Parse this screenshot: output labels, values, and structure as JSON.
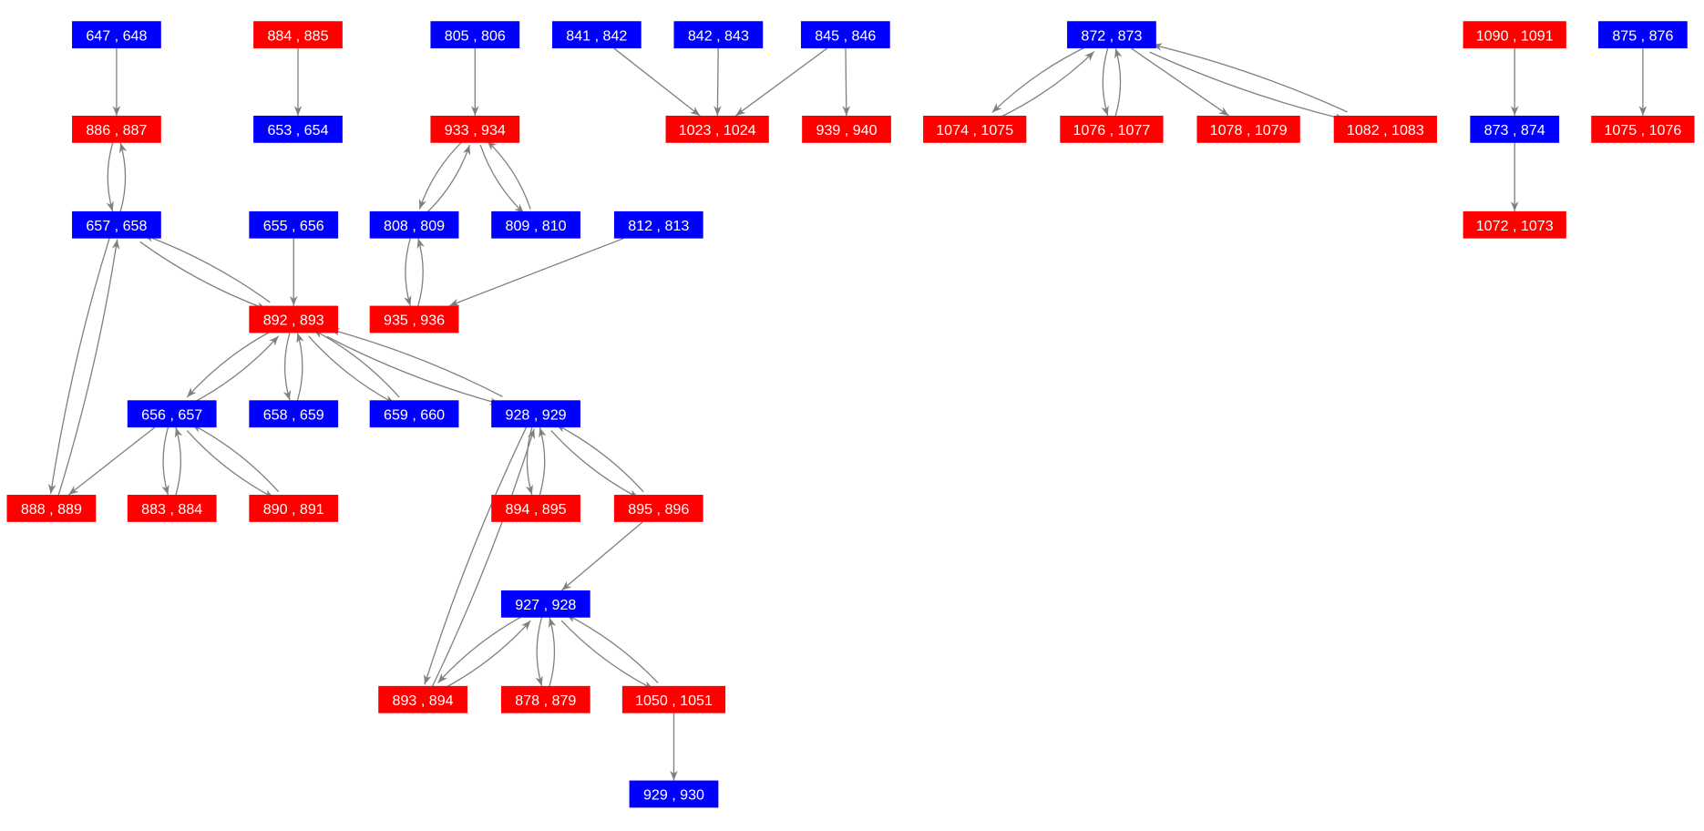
{
  "colors": {
    "blue": "#0000ff",
    "red": "#ff0000",
    "edge": "#808080"
  },
  "nodes": [
    {
      "id": "647",
      "label": "647 , 648",
      "color": "blue"
    },
    {
      "id": "884",
      "label": "884 , 885",
      "color": "red"
    },
    {
      "id": "805",
      "label": "805 , 806",
      "color": "blue"
    },
    {
      "id": "841",
      "label": "841 , 842",
      "color": "blue"
    },
    {
      "id": "842",
      "label": "842 , 843",
      "color": "blue"
    },
    {
      "id": "845",
      "label": "845 , 846",
      "color": "blue"
    },
    {
      "id": "872",
      "label": "872 , 873",
      "color": "blue"
    },
    {
      "id": "1090",
      "label": "1090 , 1091",
      "color": "red"
    },
    {
      "id": "875",
      "label": "875 , 876",
      "color": "blue"
    },
    {
      "id": "886",
      "label": "886 , 887",
      "color": "red"
    },
    {
      "id": "653",
      "label": "653 , 654",
      "color": "blue"
    },
    {
      "id": "933",
      "label": "933 , 934",
      "color": "red"
    },
    {
      "id": "1023",
      "label": "1023 , 1024",
      "color": "red"
    },
    {
      "id": "939",
      "label": "939 , 940",
      "color": "red"
    },
    {
      "id": "1074",
      "label": "1074 , 1075",
      "color": "red"
    },
    {
      "id": "1076",
      "label": "1076 , 1077",
      "color": "red"
    },
    {
      "id": "1078",
      "label": "1078 , 1079",
      "color": "red"
    },
    {
      "id": "1082",
      "label": "1082 , 1083",
      "color": "red"
    },
    {
      "id": "873",
      "label": "873 , 874",
      "color": "blue"
    },
    {
      "id": "1075",
      "label": "1075 , 1076",
      "color": "red"
    },
    {
      "id": "657",
      "label": "657 , 658",
      "color": "blue"
    },
    {
      "id": "655",
      "label": "655 , 656",
      "color": "blue"
    },
    {
      "id": "808",
      "label": "808 , 809",
      "color": "blue"
    },
    {
      "id": "809",
      "label": "809 , 810",
      "color": "blue"
    },
    {
      "id": "812",
      "label": "812 , 813",
      "color": "blue"
    },
    {
      "id": "1072",
      "label": "1072 , 1073",
      "color": "red"
    },
    {
      "id": "892",
      "label": "892 , 893",
      "color": "red"
    },
    {
      "id": "935",
      "label": "935 , 936",
      "color": "red"
    },
    {
      "id": "656",
      "label": "656 , 657",
      "color": "blue"
    },
    {
      "id": "658",
      "label": "658 , 659",
      "color": "blue"
    },
    {
      "id": "659",
      "label": "659 , 660",
      "color": "blue"
    },
    {
      "id": "928",
      "label": "928 , 929",
      "color": "blue"
    },
    {
      "id": "888",
      "label": "888 , 889",
      "color": "red"
    },
    {
      "id": "883",
      "label": "883 , 884",
      "color": "red"
    },
    {
      "id": "890",
      "label": "890 , 891",
      "color": "red"
    },
    {
      "id": "894",
      "label": "894 , 895",
      "color": "red"
    },
    {
      "id": "895",
      "label": "895 , 896",
      "color": "red"
    },
    {
      "id": "927",
      "label": "927 , 928",
      "color": "blue"
    },
    {
      "id": "893",
      "label": "893 , 894",
      "color": "red"
    },
    {
      "id": "878",
      "label": "878 , 879",
      "color": "red"
    },
    {
      "id": "1050",
      "label": "1050 , 1051",
      "color": "red"
    },
    {
      "id": "929",
      "label": "929 , 930",
      "color": "blue"
    }
  ],
  "edges": [
    [
      "647",
      "886"
    ],
    [
      "884",
      "653"
    ],
    [
      "805",
      "933"
    ],
    [
      "841",
      "1023"
    ],
    [
      "842",
      "1023"
    ],
    [
      "845",
      "1023"
    ],
    [
      "845",
      "939"
    ],
    [
      "886",
      "657"
    ],
    [
      "657",
      "886"
    ],
    [
      "933",
      "808"
    ],
    [
      "808",
      "933"
    ],
    [
      "933",
      "809"
    ],
    [
      "809",
      "933"
    ],
    [
      "808",
      "935"
    ],
    [
      "935",
      "808"
    ],
    [
      "812",
      "935"
    ],
    [
      "657",
      "892"
    ],
    [
      "892",
      "657"
    ],
    [
      "655",
      "892"
    ],
    [
      "657",
      "888"
    ],
    [
      "888",
      "657"
    ],
    [
      "892",
      "656"
    ],
    [
      "656",
      "892"
    ],
    [
      "892",
      "658"
    ],
    [
      "658",
      "892"
    ],
    [
      "892",
      "659"
    ],
    [
      "659",
      "892"
    ],
    [
      "892",
      "928"
    ],
    [
      "928",
      "892"
    ],
    [
      "656",
      "888"
    ],
    [
      "656",
      "883"
    ],
    [
      "883",
      "656"
    ],
    [
      "656",
      "890"
    ],
    [
      "890",
      "656"
    ],
    [
      "928",
      "894"
    ],
    [
      "894",
      "928"
    ],
    [
      "928",
      "895"
    ],
    [
      "895",
      "928"
    ],
    [
      "928",
      "893"
    ],
    [
      "893",
      "928"
    ],
    [
      "895",
      "927"
    ],
    [
      "927",
      "893"
    ],
    [
      "893",
      "927"
    ],
    [
      "927",
      "878"
    ],
    [
      "878",
      "927"
    ],
    [
      "927",
      "1050"
    ],
    [
      "1050",
      "927"
    ],
    [
      "1050",
      "929"
    ],
    [
      "872",
      "1074"
    ],
    [
      "1074",
      "872"
    ],
    [
      "872",
      "1076"
    ],
    [
      "1076",
      "872"
    ],
    [
      "872",
      "1078"
    ],
    [
      "872",
      "1082"
    ],
    [
      "1082",
      "872"
    ],
    [
      "1090",
      "873"
    ],
    [
      "873",
      "1072"
    ],
    [
      "875",
      "1075"
    ]
  ]
}
